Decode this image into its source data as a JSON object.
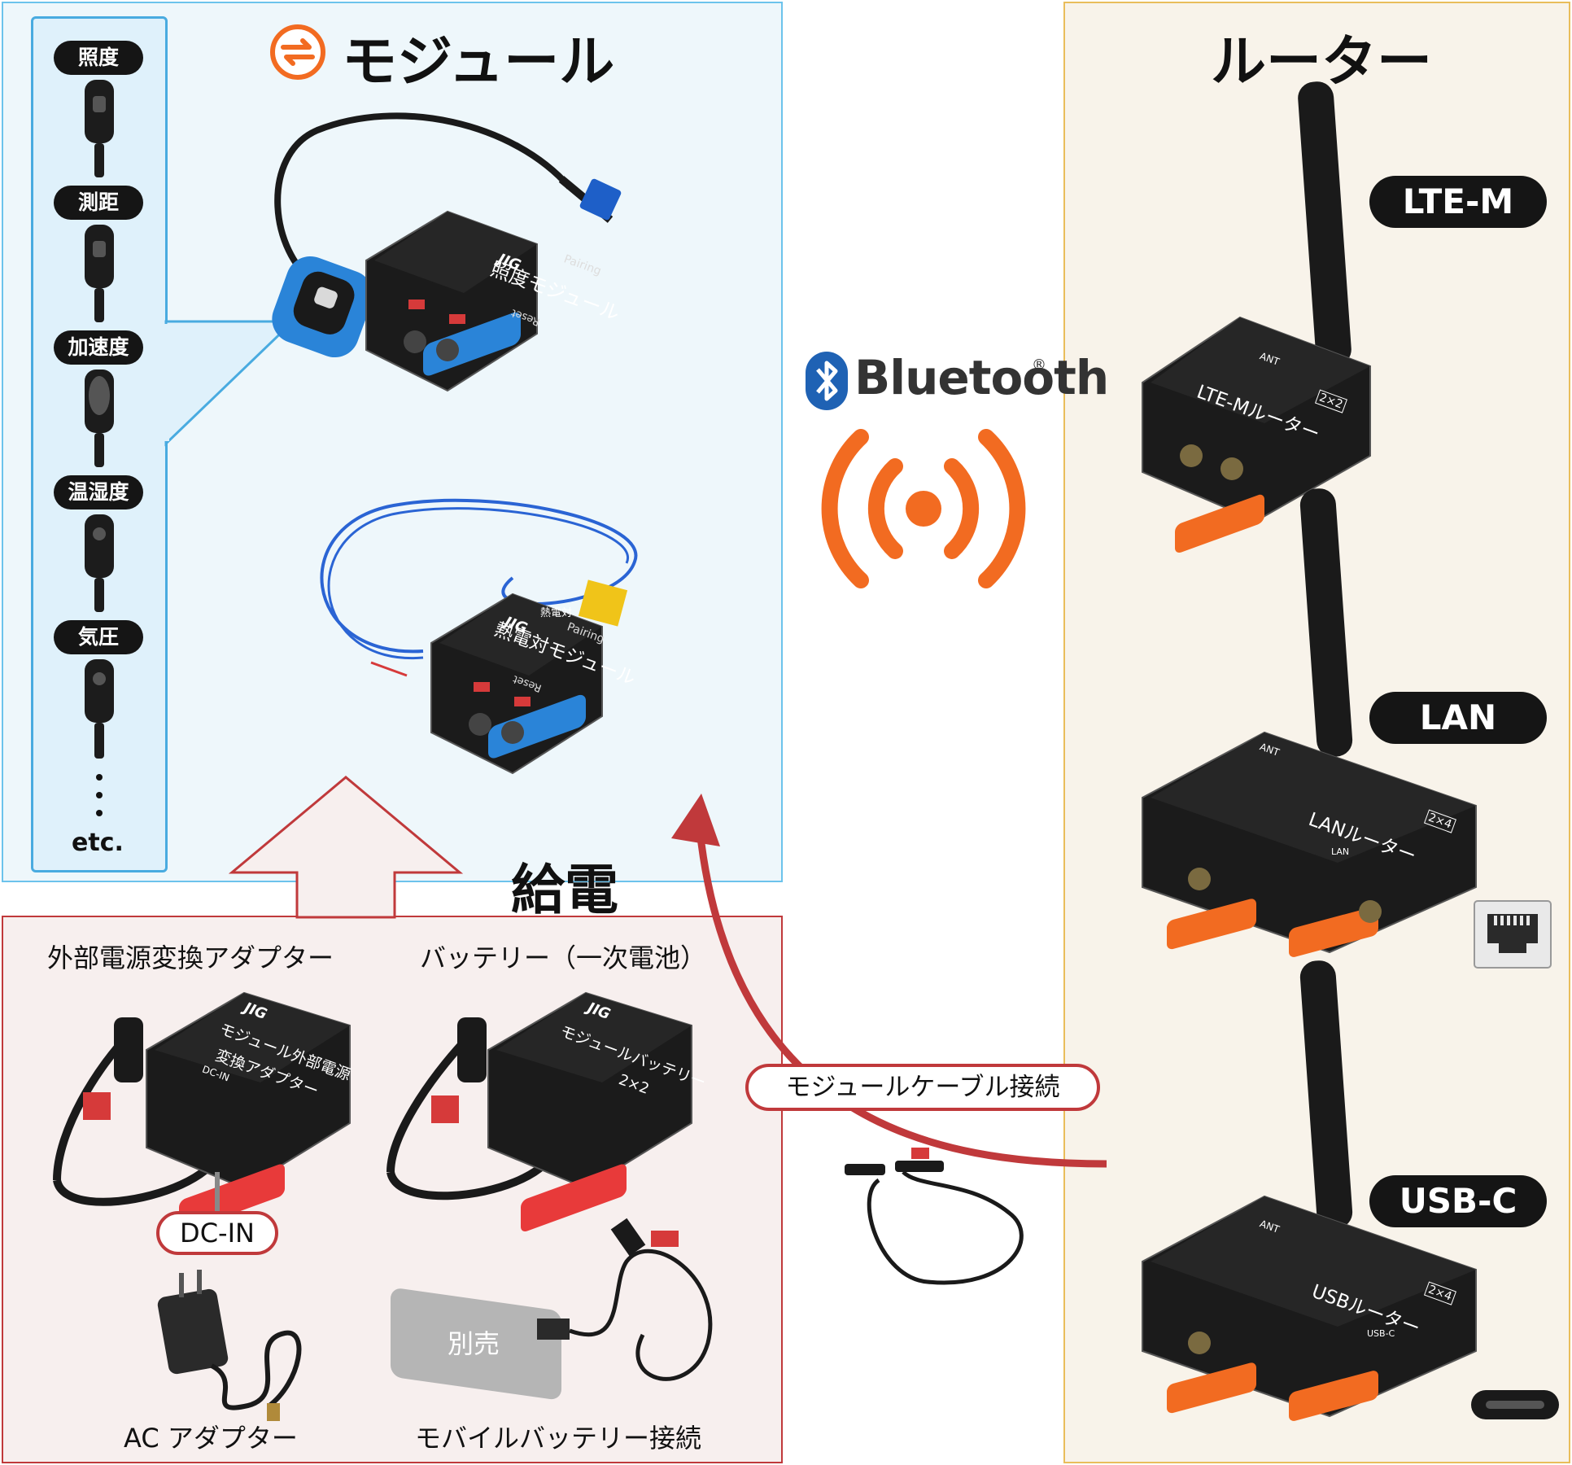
{
  "module_section": {
    "title": "モジュール",
    "sensors": [
      "照度",
      "測距",
      "加速度",
      "温湿度",
      "気圧"
    ],
    "more": "etc.",
    "device1": {
      "brand": "JIG",
      "label": "照度モジュール",
      "pairing": "Pairing",
      "reset": "Reset"
    },
    "device2": {
      "brand": "JIG",
      "label": "熱電対モジュール",
      "pairing": "Pairing",
      "reset": "Reset",
      "connector": "熱電対"
    }
  },
  "bluetooth": {
    "label": "Bluetooth",
    "mark": "®"
  },
  "power_section": {
    "title": "給電",
    "adapter_label": "外部電源変換アダプター",
    "adapter_device": {
      "line1": "モジュール外部電源",
      "line2": "変換アダプター",
      "dc": "DC-IN"
    },
    "battery_label": "バッテリー（一次電池）",
    "battery_device": {
      "line1": "モジュールバッテリー",
      "line2": "2×2"
    },
    "dc_in": "DC-IN",
    "ac_adapter": "AC アダプター",
    "mobile_battery": "モバイルバッテリー接続",
    "sold_separately": "別売"
  },
  "cable_label": "モジュールケーブル接続",
  "router_section": {
    "title": "ルーター",
    "routers": [
      {
        "badge": "LTE-M",
        "device_label": "LTE-Mルーター"
      },
      {
        "badge": "LAN",
        "device_label": "LANルーター",
        "port": "LAN"
      },
      {
        "badge": "USB-C",
        "device_label": "USBルーター",
        "port": "USB-C"
      }
    ],
    "ant": "ANT",
    "size_tag_small": "2×2",
    "size_tag_large": "2×4"
  },
  "colors": {
    "module_accent": "#49abe0",
    "power_accent": "#c0393b",
    "router_accent": "#e9bd5b",
    "signal_orange": "#f26b21",
    "bluetooth_blue": "#1f62b4"
  }
}
